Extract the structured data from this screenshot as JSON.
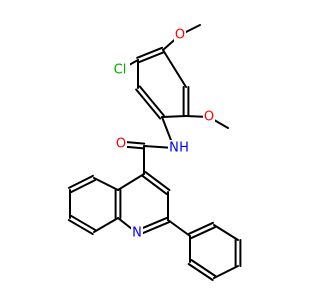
{
  "molecule": {
    "atoms": [
      {
        "id": "O_methoxy_top",
        "label": "O",
        "color": "#ff0000"
      },
      {
        "id": "Cl",
        "label": "Cl",
        "color": "#00aa00"
      },
      {
        "id": "O_methoxy_right",
        "label": "O",
        "color": "#ff0000"
      },
      {
        "id": "O_carbonyl",
        "label": "O",
        "color": "#ff0000"
      },
      {
        "id": "N_amide",
        "label": "N",
        "sub": "H",
        "color": "#0000ff"
      },
      {
        "id": "N_quinoline",
        "label": "N",
        "color": "#0000ff"
      }
    ]
  }
}
